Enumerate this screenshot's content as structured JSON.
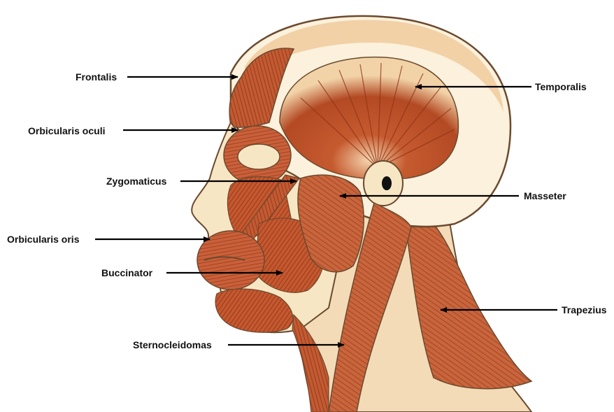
{
  "diagram": {
    "labels": {
      "frontalis": "Frontalis",
      "orbicularis_oculi": "Orbicularis oculi",
      "zygomaticus": "Zygomaticus",
      "orbicularis_oris": "Orbicularis oris",
      "buccinator": "Buccinator",
      "sternocleidomas": "Sternocleidomas",
      "temporalis": "Temporalis",
      "masseter": "Masseter",
      "trapezius": "Trapezius"
    },
    "colors": {
      "muscle_dark": "#9c3a1d",
      "muscle_mid": "#c4582f",
      "muscle_light": "#d88a5c",
      "skin": "#f7e6c4",
      "skull": "#fbf1dc",
      "outline": "#6b4a2f",
      "arrow": "#000000"
    }
  }
}
